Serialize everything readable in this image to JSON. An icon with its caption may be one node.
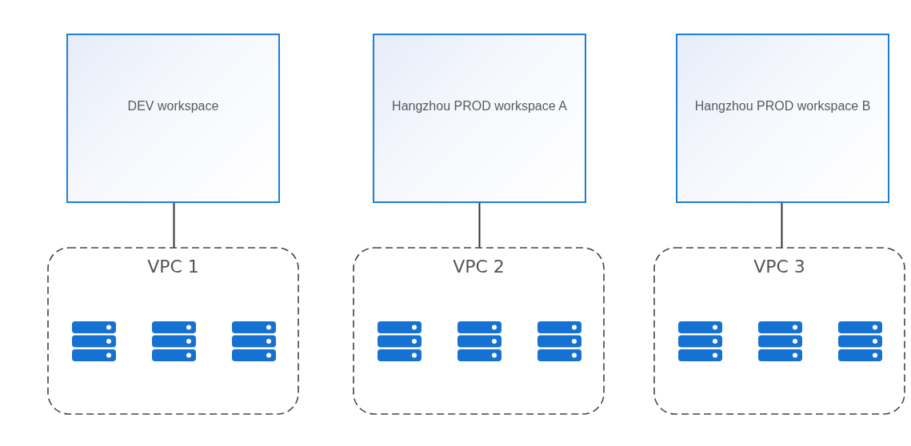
{
  "diagram": {
    "nodes": [
      {
        "text": [
          "DEV workspace"
        ]
      },
      {
        "text": [
          "Hangzhou PROD workspace A"
        ]
      },
      {
        "text": [
          "Hangzhou PROD workspace B"
        ]
      },
      {
        "text": [
          "VPC 1"
        ]
      },
      {
        "text": [
          "VPC 2"
        ]
      },
      {
        "text": [
          "VPC 3"
        ]
      }
    ],
    "edges": [
      {
        "from": 0,
        "to": 3,
        "arrow": "none"
      },
      {
        "from": 1,
        "to": 4,
        "arrow": "none"
      },
      {
        "from": 2,
        "to": 5,
        "arrow": "none"
      }
    ]
  }
}
